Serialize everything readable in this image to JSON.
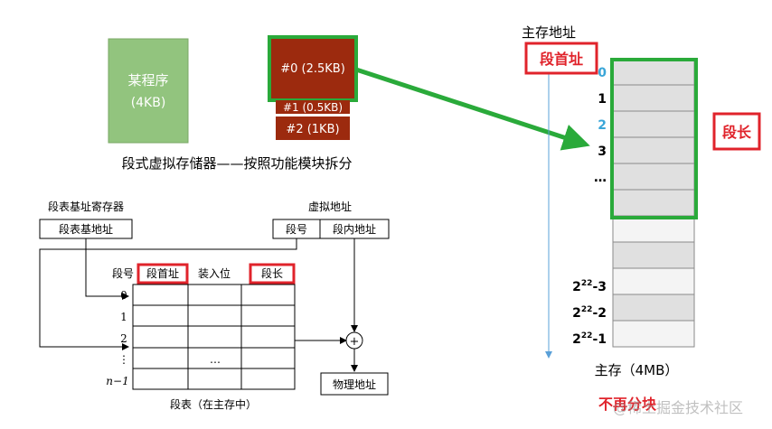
{
  "colors": {
    "program_fill": "#92c47e",
    "segment_fill": "#9c2a0e",
    "highlight_green": "#2aaa3a",
    "highlight_red": "#e0232b",
    "cell_fill": "#e0e0e0",
    "index_blue": "#3aa6d8",
    "line": "#000000"
  },
  "program": {
    "name": "某程序",
    "size": "(4KB)"
  },
  "segments": [
    "#0 (2.5KB)",
    "#1 (0.5KB)",
    "#2 (1KB)"
  ],
  "caption": "段式虚拟存储器——按照功能模块拆分",
  "memory": {
    "address_title": "主存地址",
    "seg_base_label": "段首址",
    "seg_len_label": "段长",
    "indices": [
      "0",
      "1",
      "2",
      "3",
      "…"
    ],
    "tail_base": "2",
    "tail_exps": [
      "22",
      "22",
      "22"
    ],
    "tail_suffixes": [
      "-3",
      "-2",
      "-1"
    ],
    "caption": "主存（4MB）",
    "footer_red": "不再分块"
  },
  "translation": {
    "base_reg_title": "段表基址寄存器",
    "base_reg_box": "段表基地址",
    "vaddr_title": "虚拟地址",
    "vaddr_seg": "段号",
    "vaddr_offset": "段内地址",
    "col_segno": "段号",
    "col_base": "段首址",
    "col_loaded": "装入位",
    "col_len": "段长",
    "rows": [
      "0",
      "1",
      "2",
      "⋮",
      "n−1"
    ],
    "mid_ellipsis": "…",
    "adder": "+",
    "phys_addr": "物理地址",
    "table_caption": "段表（在主存中）"
  },
  "watermark": "@稀土掘金技术社区"
}
